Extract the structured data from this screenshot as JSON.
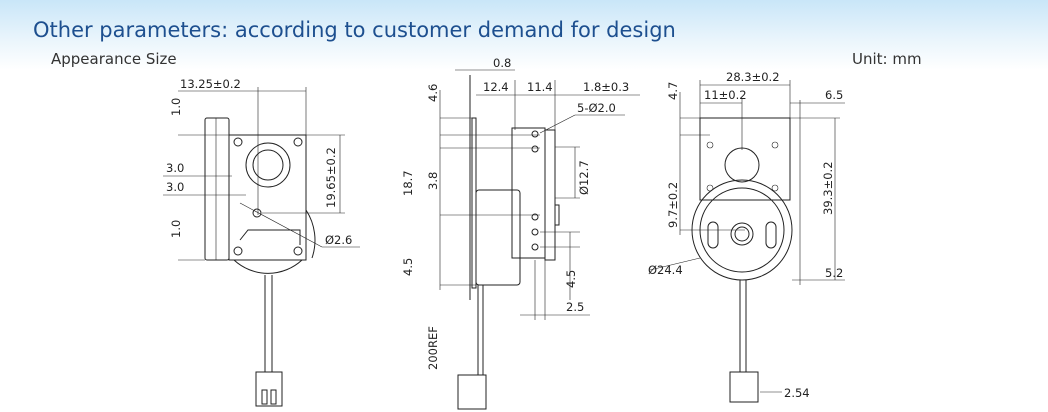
{
  "header": {
    "title": "Other parameters: according to customer demand for design",
    "subtitle": "Appearance Size",
    "unit": "Unit: mm"
  },
  "front_view": {
    "dims": [
      "13.25±0.2",
      "1.0",
      "3.0",
      "3.0",
      "1.0",
      "19.65±0.2",
      "Ø2.6"
    ]
  },
  "side_view": {
    "dims": [
      "0.8",
      "12.4",
      "11.4",
      "1.8±0.3",
      "4.6",
      "5-Ø2.0",
      "18.7",
      "3.8",
      "Ø12.7",
      "4.5",
      "4.5",
      "2.5",
      "200REF"
    ]
  },
  "rear_view": {
    "dims": [
      "28.3±0.2",
      "11±0.2",
      "4.7",
      "6.5",
      "39.3±0.2",
      "9.7±0.2",
      "Ø24.4",
      "5.2",
      "2.54"
    ]
  }
}
